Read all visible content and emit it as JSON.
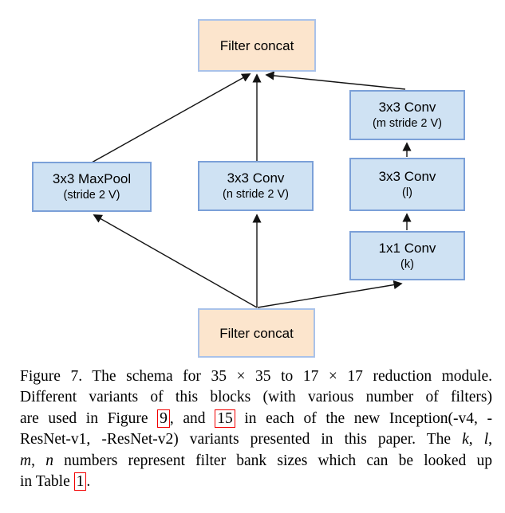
{
  "figure": {
    "nodes": {
      "top_concat": {
        "label": "Filter concat"
      },
      "maxpool": {
        "line1": "3x3 MaxPool",
        "line2": "(stride 2 V)"
      },
      "conv_n": {
        "line1": "3x3 Conv",
        "line2": "(n stride 2 V)"
      },
      "conv_m": {
        "line1": "3x3 Conv",
        "line2": "(m stride 2 V)"
      },
      "conv_l": {
        "line1": "3x3 Conv",
        "line2": "(l)"
      },
      "conv_k": {
        "line1": "1x1 Conv",
        "line2": "(k)"
      },
      "bottom_concat": {
        "label": "Filter concat"
      }
    },
    "colors": {
      "concat_fill": "#fce5cd",
      "concat_border": "#a9c2ea",
      "conv_fill": "#cfe2f3",
      "conv_border": "#7ba0d8",
      "arrow": "#131313",
      "ref_box_border": "#f20000"
    }
  },
  "caption": {
    "lines": [
      {
        "segments": [
          {
            "text": "Figure 7. The schema for "
          },
          {
            "text": "35 × 35"
          },
          {
            "text": " to "
          },
          {
            "text": "17 × 17"
          },
          {
            "text": " reduction module."
          }
        ]
      },
      {
        "segments": [
          {
            "text": "Different variants of this blocks (with various number of filters)"
          }
        ]
      },
      {
        "segments": [
          {
            "text": "are used in Figure "
          },
          {
            "text": "9"
          },
          {
            "text": ", and "
          },
          {
            "text": "15"
          },
          {
            "text": " in each of the new Inception(-v4, -"
          }
        ]
      },
      {
        "segments": [
          {
            "text": "ResNet-v1, -ResNet-v2) variants presented in this paper. The "
          },
          {
            "text": "k"
          },
          {
            "text": ", "
          },
          {
            "text": "l"
          },
          {
            "text": ","
          }
        ]
      },
      {
        "segments": [
          {
            "text": "m"
          },
          {
            "text": ", "
          },
          {
            "text": "n"
          },
          {
            "text": " numbers represent filter bank sizes which can be looked up"
          }
        ]
      },
      {
        "segments": [
          {
            "text": "in Table "
          },
          {
            "text": "1"
          },
          {
            "text": "."
          }
        ]
      }
    ]
  }
}
